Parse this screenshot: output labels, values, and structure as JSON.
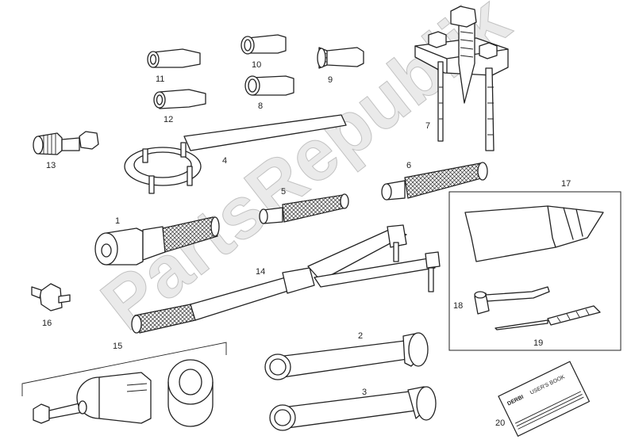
{
  "labels": {
    "p1": "1",
    "p2": "2",
    "p3": "3",
    "p4": "4",
    "p5": "5",
    "p6": "6",
    "p7": "7",
    "p8": "8",
    "p9": "9",
    "p10": "10",
    "p11": "11",
    "p12": "12",
    "p13": "13",
    "p14": "14",
    "p15": "15",
    "p16": "16",
    "p17": "17",
    "p18": "18",
    "p19": "19",
    "p20": "20"
  },
  "manual": {
    "brand": "DERBI",
    "title": "USER'S BOOK"
  },
  "watermark": "PartsRepublik",
  "colors": {
    "line": "#222222",
    "watermark": "#d9d9d9",
    "background": "#ffffff"
  }
}
